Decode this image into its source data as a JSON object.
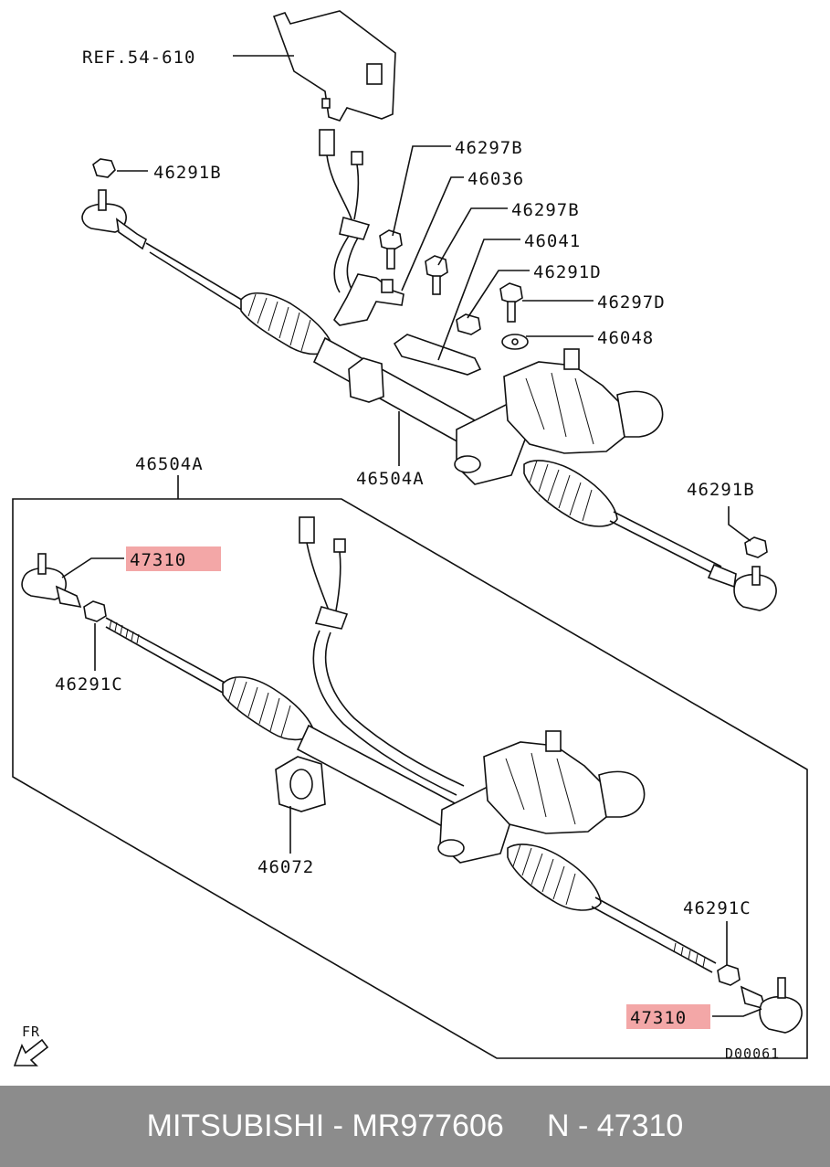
{
  "callouts": {
    "ref_54_610": "REF.54-610",
    "p46291B_top": "46291B",
    "p46297B_1": "46297B",
    "p46036": "46036",
    "p46297B_2": "46297B",
    "p46041": "46041",
    "p46291D": "46291D",
    "p46297D": "46297D",
    "p46048": "46048",
    "p46504A_main": "46504A",
    "p46504A_kit": "46504A",
    "p46291B_right": "46291B",
    "p47310_left": "47310",
    "p46291C_left": "46291C",
    "p46072": "46072",
    "p46291C_right": "46291C",
    "p47310_right": "47310"
  },
  "fr_label": "FR",
  "diagram_code": "D00061",
  "footer": {
    "brand": "MITSUBISHI",
    "part_number": "MR977606",
    "sep": " - ",
    "n_label": "N",
    "n_value": "47310"
  },
  "highlight_color": "#f3a7a7"
}
